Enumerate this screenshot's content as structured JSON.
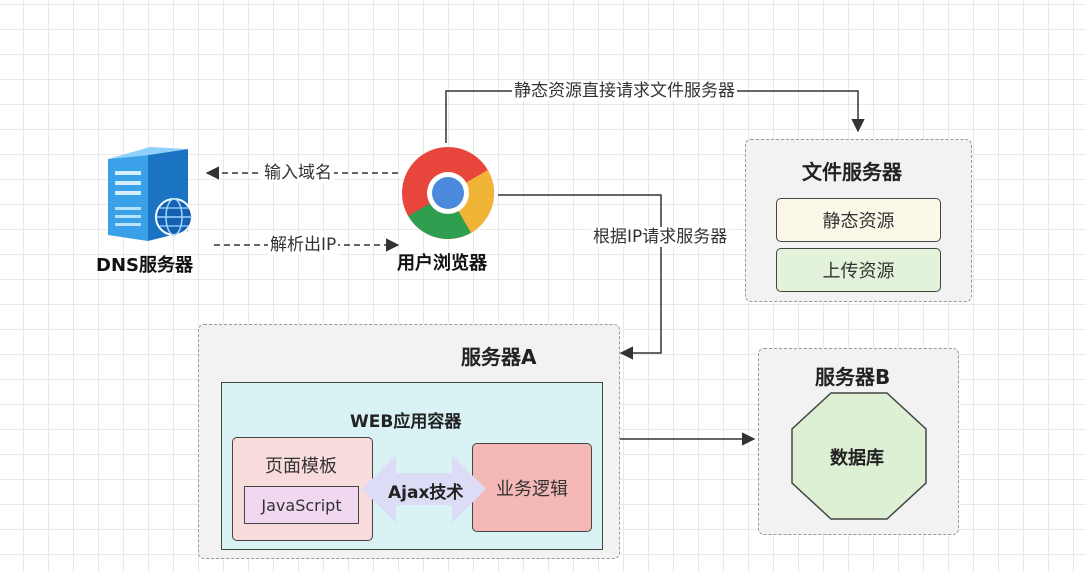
{
  "nodes": {
    "dns": {
      "label": "DNS服务器"
    },
    "browser": {
      "label": "用户浏览器"
    },
    "file_server": {
      "title": "文件服务器",
      "items": [
        "静态资源",
        "上传资源"
      ]
    },
    "server_a": {
      "title": "服务器A",
      "container": {
        "title": "WEB应用容器",
        "page_template": "页面模板",
        "javascript": "JavaScript",
        "ajax": "Ajax技术",
        "business_logic": "业务逻辑"
      }
    },
    "server_b": {
      "title": "服务器B",
      "database": "数据库"
    }
  },
  "edges": {
    "input_domain": "输入域名",
    "resolve_ip": "解析出IP",
    "static_direct": "静态资源直接请求文件服务器",
    "request_by_ip": "根据IP请求服务器"
  },
  "colors": {
    "static_fill": "#fbf8e9",
    "upload_fill": "#e3f2da",
    "container_fill": "#d9f2f3",
    "page_template_fill": "#f8dcdc",
    "javascript_fill": "#f1d7ef",
    "logic_fill": "#f4b9b6",
    "ajax_fill": "#dcdcf6",
    "database_fill": "#ddf0d3"
  }
}
